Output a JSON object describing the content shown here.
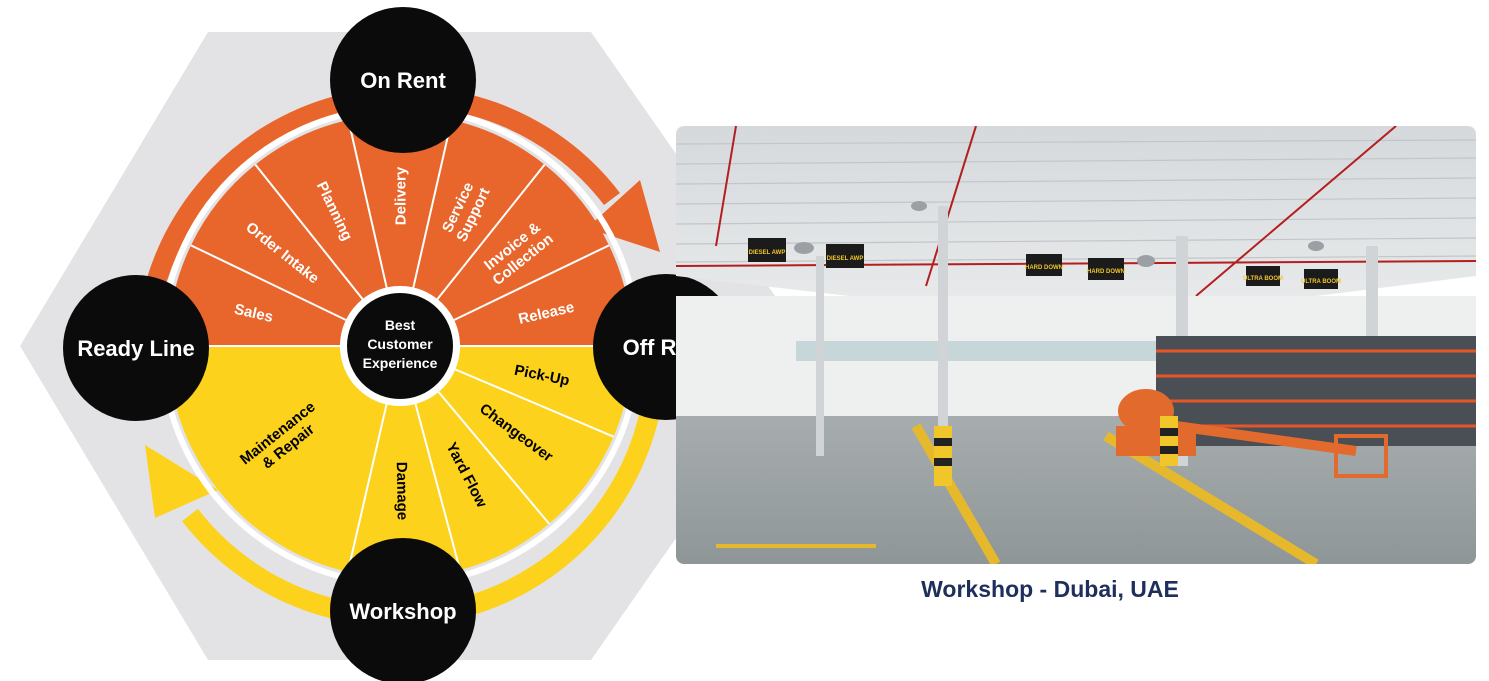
{
  "diagram": {
    "center_line1": "Best",
    "center_line2": "Customer",
    "center_line3": "Experience",
    "stages": {
      "top": "On Rent",
      "right": "Off Rent",
      "bottom": "Workshop",
      "left": "Ready Line"
    },
    "orange_segments": [
      {
        "line1": "Sales",
        "line2": ""
      },
      {
        "line1": "Order Intake",
        "line2": ""
      },
      {
        "line1": "Planning",
        "line2": ""
      },
      {
        "line1": "Delivery",
        "line2": ""
      },
      {
        "line1": "Service",
        "line2": "Support"
      },
      {
        "line1": "Invoice &",
        "line2": "Collection"
      },
      {
        "line1": "Release",
        "line2": ""
      }
    ],
    "yellow_segments": [
      {
        "line1": "Pick-Up",
        "line2": ""
      },
      {
        "line1": "Changeover",
        "line2": ""
      },
      {
        "line1": "Yard Flow",
        "line2": ""
      },
      {
        "line1": "Damage",
        "line2": ""
      },
      {
        "line1": "Maintenance",
        "line2": "& Repair"
      }
    ],
    "colors": {
      "orange": "#e8662c",
      "yellow": "#fcd21c",
      "hexagon": "#e3e3e5",
      "black": "#0b0b0b"
    }
  },
  "photo": {
    "caption": "Workshop - Dubai, UAE",
    "signs": [
      "DIESEL AWP",
      "DIESEL AWP",
      "HARD DOWN",
      "HARD DOWN",
      "ULTRA BOOM",
      "ULTRA BOOM"
    ]
  }
}
